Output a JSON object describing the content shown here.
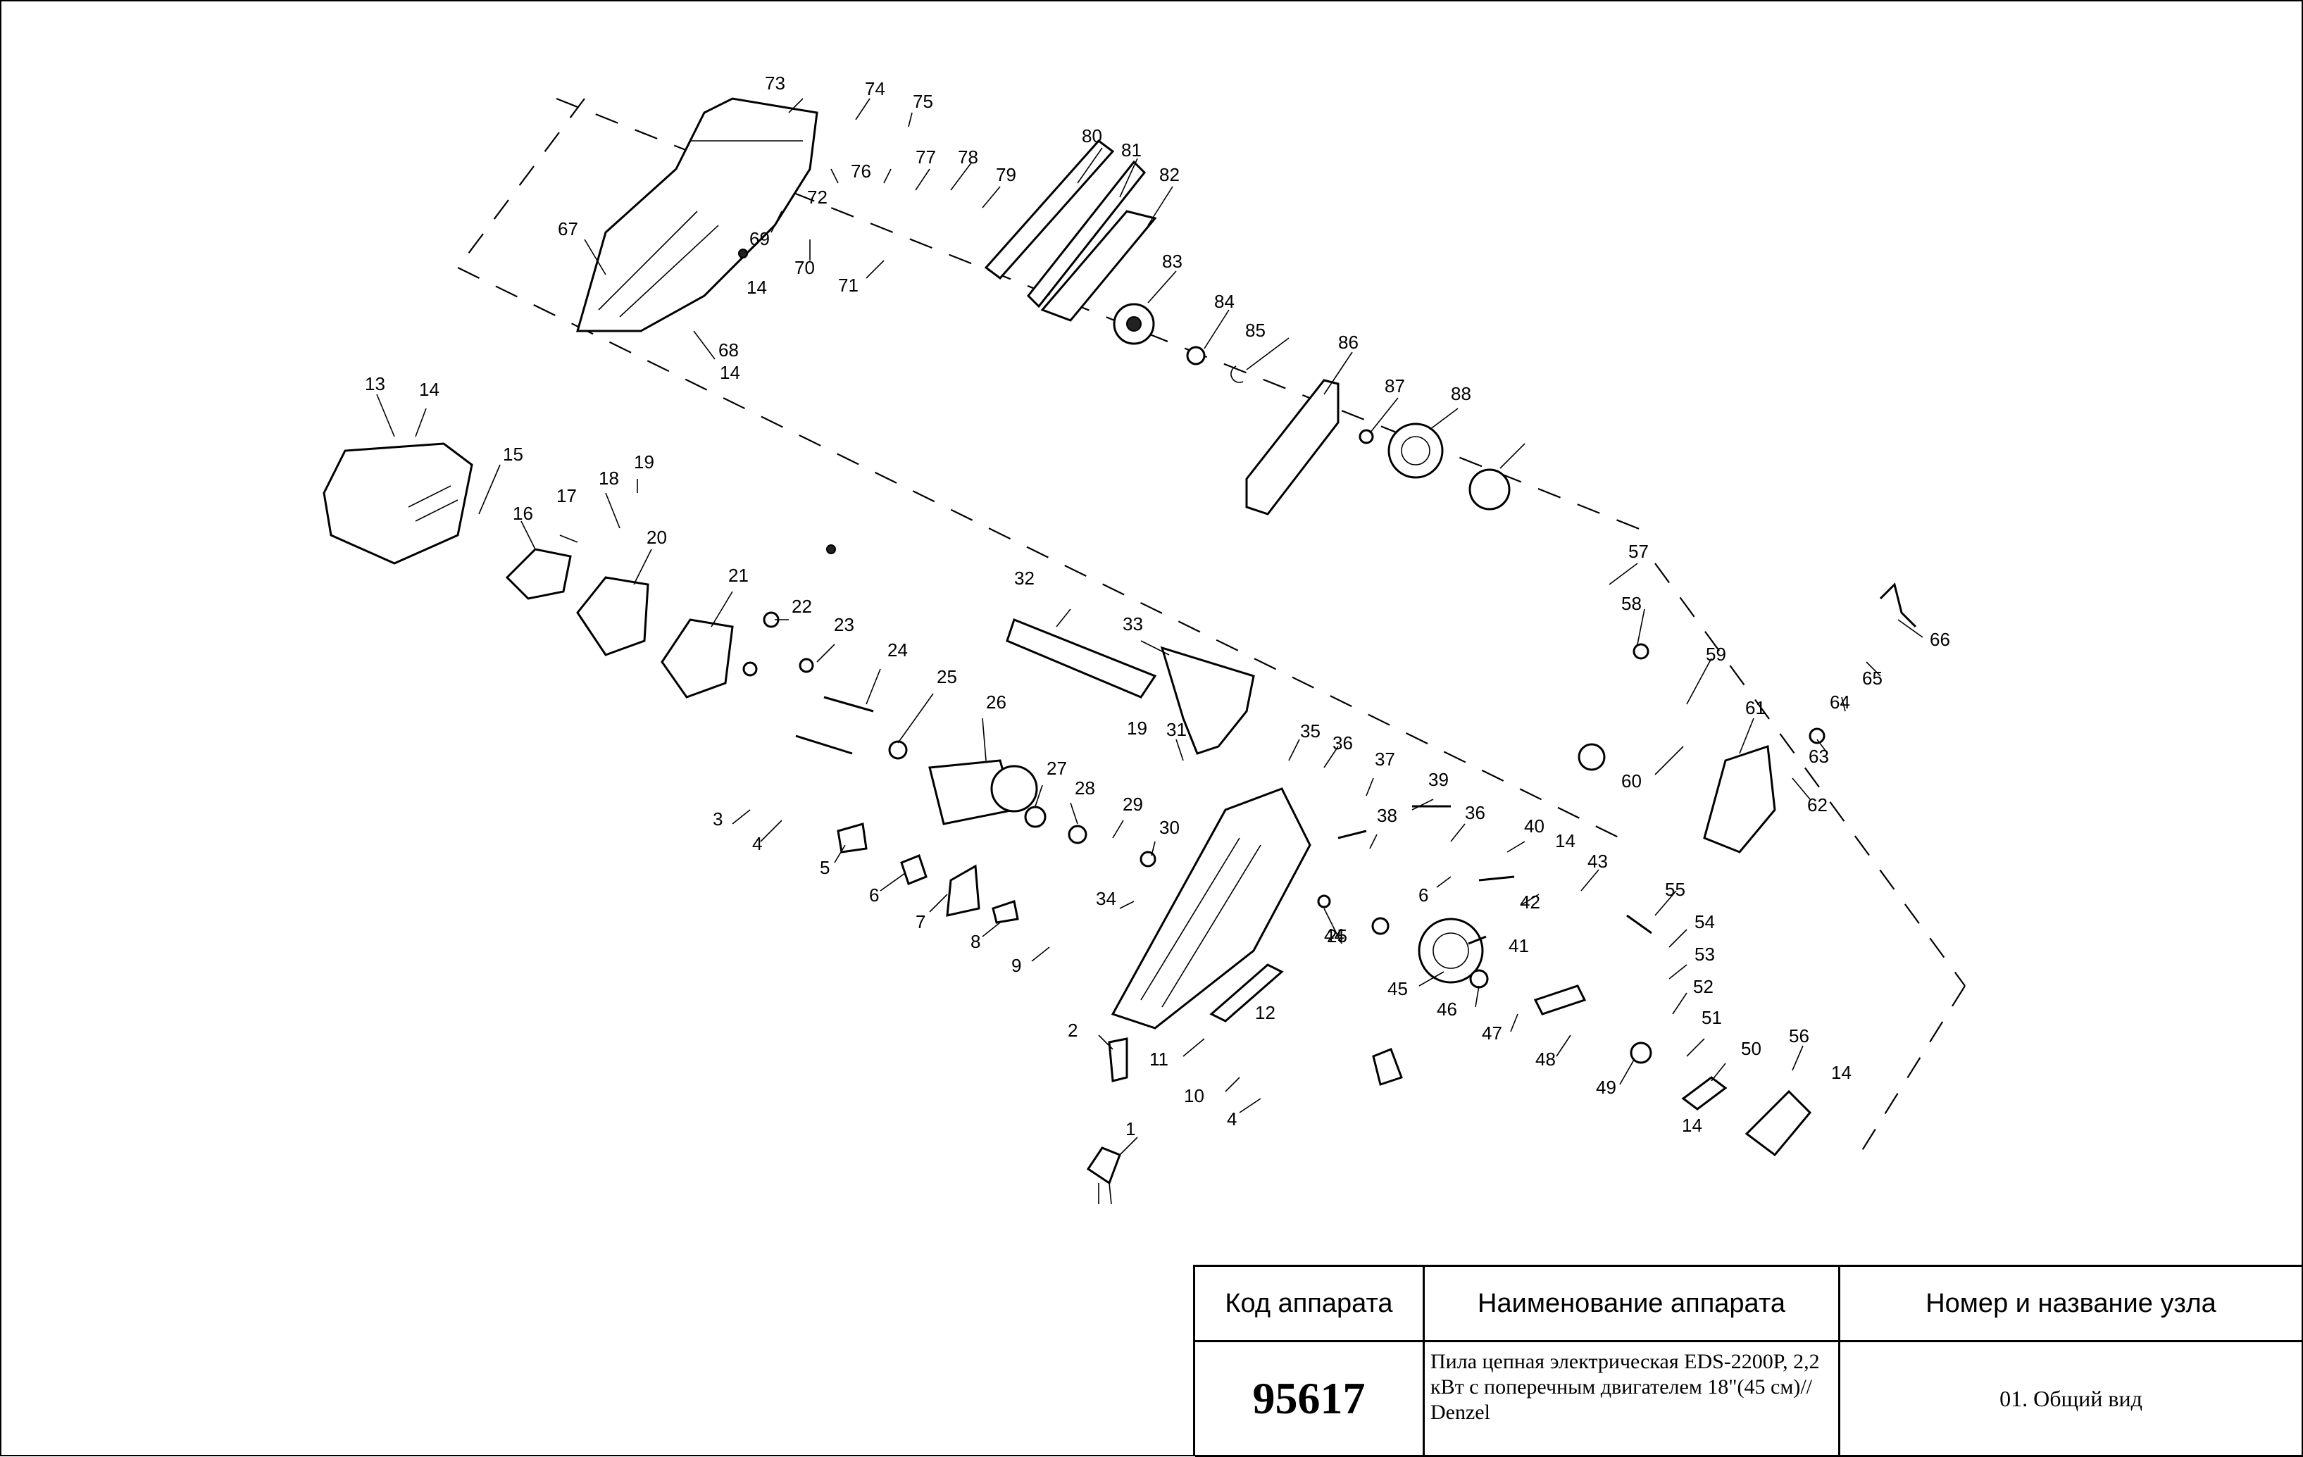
{
  "diagram": {
    "labels": [
      "1",
      "2",
      "3",
      "4",
      "4",
      "5",
      "6",
      "6",
      "7",
      "8",
      "9",
      "10",
      "11",
      "12",
      "13",
      "14",
      "14",
      "14",
      "14",
      "14",
      "14",
      "15",
      "16",
      "17",
      "18",
      "19",
      "19",
      "20",
      "21",
      "22",
      "23",
      "24",
      "25",
      "25",
      "26",
      "27",
      "28",
      "29",
      "30",
      "31",
      "32",
      "33",
      "34",
      "35",
      "36",
      "36",
      "37",
      "38",
      "39",
      "40",
      "41",
      "42",
      "43",
      "44",
      "45",
      "46",
      "47",
      "48",
      "49",
      "50",
      "51",
      "52",
      "53",
      "54",
      "55",
      "56",
      "57",
      "58",
      "59",
      "60",
      "61",
      "62",
      "63",
      "64",
      "65",
      "66",
      "67",
      "68",
      "69",
      "70",
      "71",
      "72",
      "73",
      "74",
      "75",
      "76",
      "77",
      "78",
      "79",
      "80",
      "81",
      "82",
      "83",
      "84",
      "85",
      "86",
      "87",
      "88"
    ]
  },
  "title_block": {
    "header_code": "Код аппарата",
    "header_name": "Наименование аппарата",
    "header_node": "Номер и название узла",
    "code": "95617",
    "name": "Пила цепная электрическая EDS-2200P, 2,2 кВт с поперечным двигателем 18\"(45 см)// Denzel",
    "node": "01. Общий вид"
  }
}
